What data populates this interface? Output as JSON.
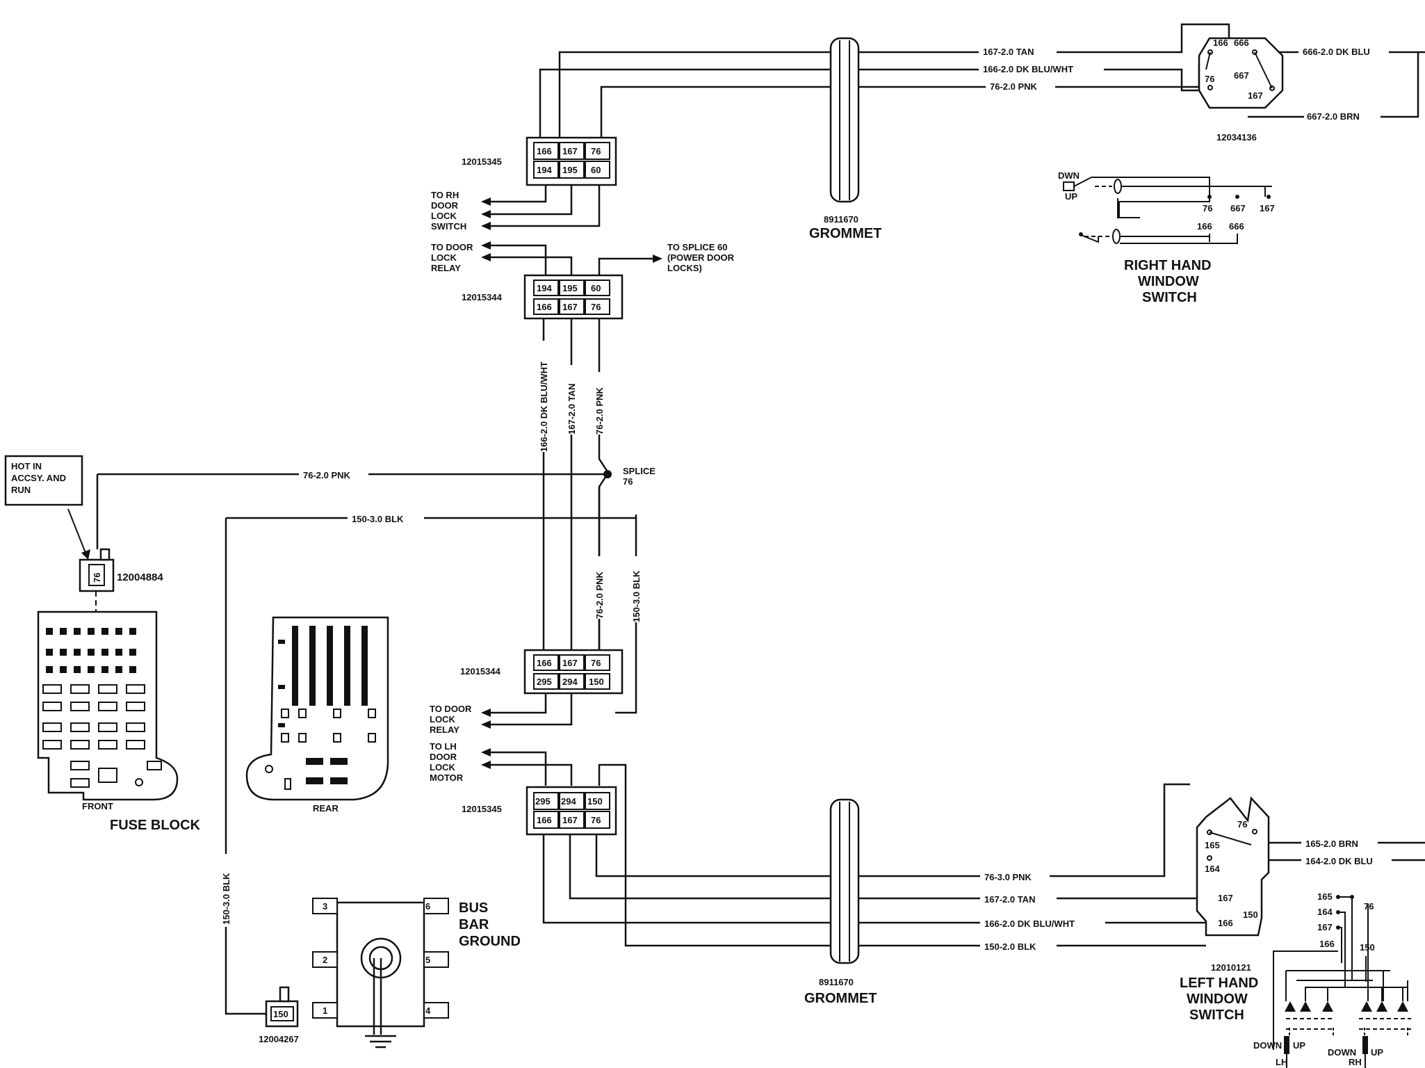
{
  "connectors": {
    "c1": {
      "part": "12015345",
      "top": [
        "166",
        "167",
        "76"
      ],
      "bottom": [
        "194",
        "195",
        "60"
      ]
    },
    "c2": {
      "part": "12015344",
      "top": [
        "194",
        "195",
        "60"
      ],
      "bottom": [
        "166",
        "167",
        "76"
      ]
    },
    "c3": {
      "part": "12015344",
      "top": [
        "166",
        "167",
        "76"
      ],
      "bottom": [
        "295",
        "294",
        "150"
      ]
    },
    "c4": {
      "part": "12015345",
      "top": [
        "295",
        "294",
        "150"
      ],
      "bottom": [
        "166",
        "167",
        "76"
      ]
    }
  },
  "upper_wires": {
    "w167": "167-2.0 TAN",
    "w166": "166-2.0 DK BLU/WHT",
    "w76": "76-2.0 PNK",
    "w666": "666-2.0 DK BLU",
    "w667": "667-2.0 BRN"
  },
  "lower_wires": {
    "w76": "76-3.0 PNK",
    "w167": "167-2.0 TAN",
    "w166": "166-2.0 DK BLU/WHT",
    "w150": "150-2.0 BLK",
    "w165": "165-2.0 BRN",
    "w164": "164-2.0 DK BLU"
  },
  "vertical_wires": {
    "v166": "166-2.0 DK BLU/WHT",
    "v167": "167-2.0 TAN",
    "v76": "76-2.0 PNK",
    "v76b": "76-2.0 PNK",
    "v150": "150-3.0 BLK",
    "v150left": "150-3.0 BLK"
  },
  "feed_wires": {
    "pnk": "76-2.0 PNK",
    "blk": "150-3.0 BLK"
  },
  "grommet_upper": {
    "part": "8911670",
    "label": "GROMMET"
  },
  "grommet_lower": {
    "part": "8911670",
    "label": "GROMMET"
  },
  "rh_switch": {
    "part": "12034136",
    "pins": {
      "p166": "166",
      "p666": "666",
      "p76": "76",
      "p667": "667",
      "p167": "167"
    },
    "schematic": {
      "down": "DWN",
      "up": "UP",
      "p76": "76",
      "p667": "667",
      "p167": "167",
      "p166": "166",
      "p666": "666"
    },
    "title": [
      "RIGHT HAND",
      "WINDOW",
      "SWITCH"
    ]
  },
  "lh_switch": {
    "part": "12010121",
    "pins": {
      "p76": "76",
      "p165": "165",
      "p164": "164",
      "p167": "167",
      "p166": "166",
      "p150": "150"
    },
    "schematic": {
      "p165": "165",
      "p164": "164",
      "p167": "167",
      "p166": "166",
      "p76": "76",
      "p150": "150",
      "down_lh": "DOWN",
      "up_lh": "UP",
      "lh": "LH",
      "down_rh": "DOWN",
      "up_rh": "UP",
      "rh": "RH"
    },
    "title": [
      "LEFT HAND",
      "WINDOW",
      "SWITCH"
    ]
  },
  "destinations": {
    "rh_door_lock_switch": [
      "TO RH",
      "DOOR",
      "LOCK",
      "SWITCH"
    ],
    "door_lock_relay_top": [
      "TO DOOR",
      "LOCK",
      "RELAY"
    ],
    "splice60": [
      "TO SPLICE 60",
      "(POWER DOOR",
      "LOCKS)"
    ],
    "door_lock_relay_bottom": [
      "TO DOOR",
      "LOCK",
      "RELAY"
    ],
    "lh_door_lock_motor": [
      "TO LH",
      "DOOR",
      "LOCK",
      "MOTOR"
    ]
  },
  "splice": {
    "label": "SPLICE",
    "num": "76"
  },
  "hot_note": [
    "HOT IN",
    "ACCSY. AND",
    "RUN"
  ],
  "fuse_connector": {
    "part": "12004884",
    "pin": "76"
  },
  "ground_connector": {
    "part": "12004267",
    "pin": "150"
  },
  "fuse_block": {
    "front": "FRONT",
    "rear": "REAR",
    "title": "FUSE BLOCK"
  },
  "bus_bar": {
    "title": [
      "BUS",
      "BAR",
      "GROUND"
    ],
    "pins": [
      "3",
      "6",
      "2",
      "5",
      "1",
      "4"
    ]
  }
}
